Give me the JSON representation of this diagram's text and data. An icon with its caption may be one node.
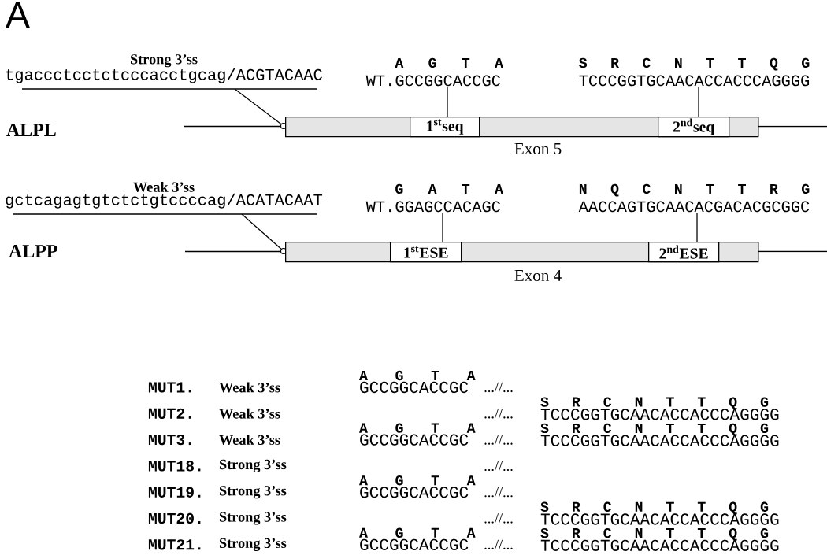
{
  "diagram": {
    "nodes": [
      {
        "text": [
          "Strong 3’ss",
          "tgaccctcctctcccacctgcag/ACGTACAAC"
        ]
      },
      {
        "text": [],
        "shape": "circle"
      },
      {
        "text": [
          "Exon 5"
        ]
      },
      {
        "text": [
          "1$^{st}$seq"
        ],
        "in": 2
      },
      {
        "text": [
          "2$^{nd}$seq"
        ],
        "in": 2
      },
      {
        "text": [
          "A G T A",
          "WT.GCCGGCACCGC"
        ]
      },
      {
        "text": [
          "S R C N T T Q G",
          "TCCCGGTGCAACACCACCCAGGGG"
        ]
      },
      {
        "text": [
          "Weak 3’ss",
          "gctcagagtgtctctgtccccag/ACATACAAT"
        ]
      },
      {
        "text": [],
        "shape": "circle"
      },
      {
        "text": [
          "Exon 4"
        ]
      },
      {
        "text": [
          "1$^{st}$ESE"
        ],
        "in": 9
      },
      {
        "text": [
          "2$^{nd}$ESE"
        ],
        "in": 9
      },
      {
        "text": [
          "G A T A",
          "WT.GGAGCCACAGC"
        ]
      },
      {
        "text": [
          "N Q C N T T R G",
          "AACCAGTGCAACACGACACGCGGC"
        ]
      }
    ],
    "edges": [
      {
        "from": 0,
        "to": 1,
        "arrow": "none"
      },
      {
        "from": 5,
        "to": 3,
        "arrow": "none"
      },
      {
        "from": 6,
        "to": 4,
        "arrow": "none"
      },
      {
        "from": 7,
        "to": 8,
        "arrow": "none"
      },
      {
        "from": 12,
        "to": 10,
        "arrow": "none"
      },
      {
        "from": 13,
        "to": 11,
        "arrow": "none"
      }
    ],
    "labels": [
      "A",
      "ALPL",
      "ALPP",
      "MUT1.",
      "Weak 3’ss",
      "A G T A",
      "GCCGGCACCGC",
      "...//...",
      "MUT2.",
      "Weak 3’ss",
      "...//...",
      "S R C N T T Q G",
      "TCCCGGTGCAACACCACCCAGGGG",
      "MUT3.",
      "Weak 3’ss",
      "A G T A",
      "GCCGGCACCGC",
      "...//...",
      "S R C N T T Q G",
      "TCCCGGTGCAACACCACCCAGGGG",
      "MUT18.",
      "Strong 3’ss",
      "...//...",
      "MUT19.",
      "Strong 3’ss",
      "A G T A",
      "GCCGGCACCGC",
      "...//...",
      "MUT20.",
      "Strong 3’ss",
      "...//...",
      "S R C N T T Q G",
      "TCCCGGTGCAACACCACCCAGGGG",
      "MUT21.",
      "Strong 3’ss",
      "A G T A",
      "GCCGGCACCGC",
      "...//...",
      "S R C N T T Q G",
      "TCCCGGTGCAACACCACCCAGGGG"
    ]
  }
}
